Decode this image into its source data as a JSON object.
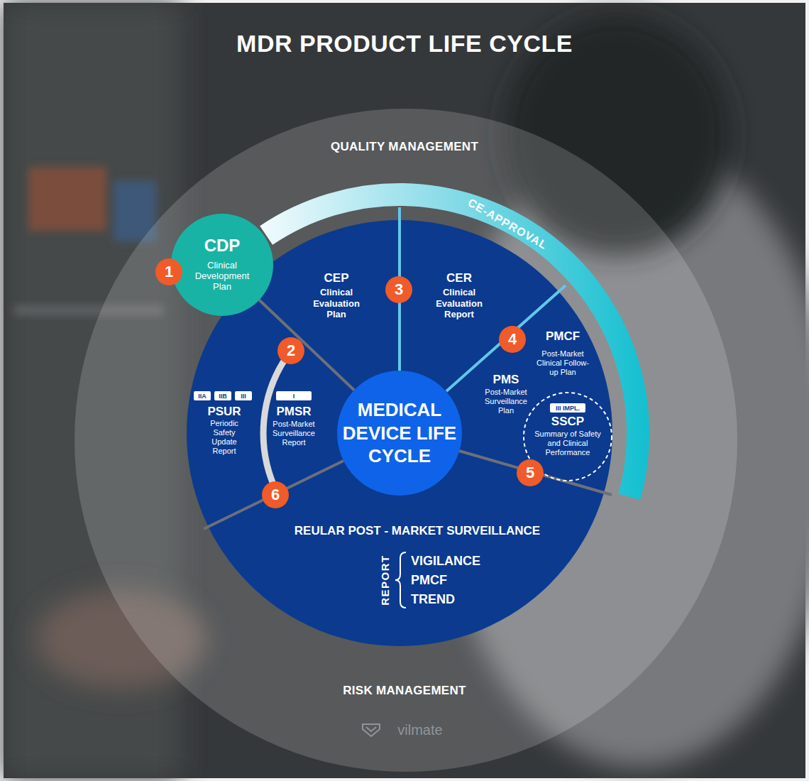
{
  "diagram": {
    "title": "MDR PRODUCT LIFE CYCLE",
    "nodes": [
      {
        "text": [
          "QUALITY MANAGEMENT",
          "RISK MANAGEMENT"
        ]
      },
      {
        "text": [
          "CE-APPROVAL"
        ],
        "in": 0
      },
      {
        "text": [
          "CDP",
          "Clinical Development Plan"
        ],
        "in": 0
      },
      {
        "text": [
          "REULAR POST - MARKET SURVEILLANCE"
        ],
        "in": 0
      },
      {
        "text": [
          "MEDICAL DEVICE LIFE CYCLE"
        ],
        "in": 3
      },
      {
        "text": [
          "IIA"
        ],
        "in": 3
      },
      {
        "text": [
          "IIB"
        ],
        "in": 3
      },
      {
        "text": [
          "III"
        ],
        "in": 3
      },
      {
        "text": [
          "I"
        ],
        "in": 3
      },
      {
        "text": [
          "SSCP",
          "Summary of Safety and Clinical Performance"
        ],
        "in": 3
      },
      {
        "text": [
          "III IMPL."
        ],
        "in": 9
      }
    ],
    "edges": [
      {
        "from": 2,
        "to": 4,
        "arrow": "none"
      }
    ],
    "labels": [
      "1",
      "2",
      "3",
      "4",
      "5",
      "6",
      "CEP",
      "Clinical Evaluation Plan",
      "CER",
      "Clinical Evaluation Report",
      "PMCF",
      "Post-Market Clinical Follow-up Plan",
      "PMS",
      "Post-Market Surveillance Plan",
      "PSUR",
      "Periodic Safety Update Report",
      "PMSR",
      "Post-Market Surveillance Report",
      "REPORT",
      "VIGILANCE",
      "PMCF",
      "TREND",
      "vilmate"
    ]
  }
}
